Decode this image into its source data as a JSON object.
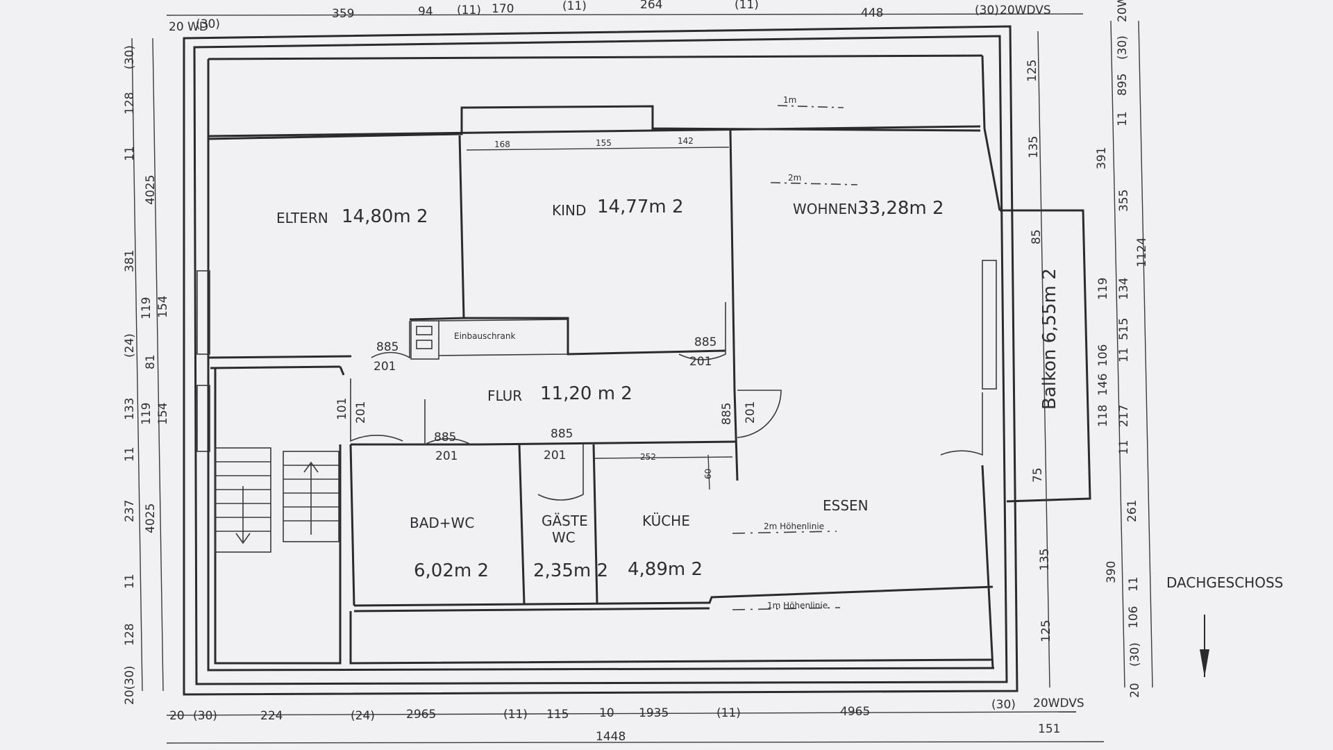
{
  "plan": {
    "rooms": {
      "eltern": {
        "name": "ELTERN",
        "area": "14,80m 2"
      },
      "kind": {
        "name": "KIND",
        "area": "14,77m 2"
      },
      "wohnen": {
        "name": "WOHNEN",
        "area": "33,28m 2"
      },
      "flur": {
        "name": "FLUR",
        "area": "11,20 m 2"
      },
      "bad": {
        "name": "BAD+WC",
        "area": "6,02m 2"
      },
      "gaeste": {
        "name": "GÄSTE",
        "name2": "WC",
        "area": "2,35m 2"
      },
      "kueche": {
        "name": "KÜCHE",
        "area": "4,89m 2"
      },
      "essen": {
        "name": "ESSEN"
      },
      "balkon": {
        "name": "Balkon 6,55m 2"
      }
    },
    "einbauschrank": "Einbauschrank",
    "floor_label": "DACHGESCHOSS",
    "height_lines": {
      "h1_top": "1m",
      "h2_top": "2m",
      "h2_essen": "2m Höhenlinie",
      "h1_bottom": "1m Höhenlinie"
    },
    "doors": {
      "eltern": {
        "w": "885",
        "h": "201"
      },
      "kind": {
        "w": "885",
        "h": "201"
      },
      "flur_left": {
        "w": "101",
        "h": "201"
      },
      "bad": {
        "w": "885",
        "h": "201"
      },
      "gaeste": {
        "w": "885",
        "h": "201"
      },
      "wohnen": {
        "w": "885",
        "h": "201"
      }
    },
    "dims": {
      "top": [
        "20 WD",
        "(30)",
        "359",
        "94",
        "(11)",
        "170",
        "(11)",
        "264",
        "(11)",
        "448",
        "(30)",
        "20WDVS"
      ],
      "top_inner": [
        "168",
        "155",
        "142"
      ],
      "kitchen": [
        "252",
        "60"
      ],
      "bottom": [
        "20",
        "(30)",
        "224",
        "(24)",
        "2965",
        "(11)",
        "115",
        "10",
        "1935",
        "(11)",
        "4965",
        "(30)",
        "20WDVS"
      ],
      "bottom_total": "1448",
      "bottom_right": "151",
      "left": [
        "(30)",
        "128",
        "11",
        "4025",
        "381",
        "119",
        "154",
        "(24)",
        "81",
        "133",
        "119",
        "154",
        "11",
        "237",
        "4025",
        "11",
        "128",
        "20(30)"
      ],
      "right_inner": [
        "125",
        "135",
        "85",
        "75",
        "135",
        "125"
      ],
      "right": [
        "20W",
        "(30)",
        "895",
        "11",
        "391",
        "355",
        "1124",
        "119",
        "134",
        "515",
        "106",
        "11",
        "146",
        "118",
        "217",
        "11",
        "261",
        "390",
        "11",
        "106",
        "(30)",
        "20"
      ]
    }
  }
}
